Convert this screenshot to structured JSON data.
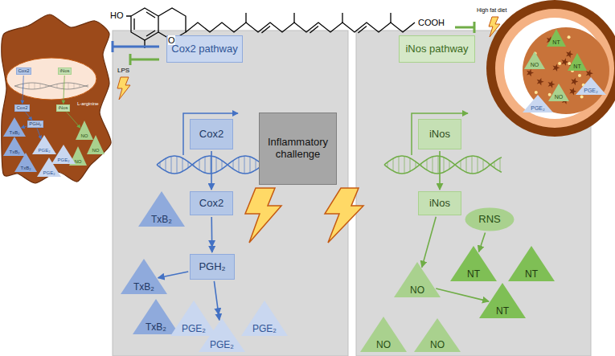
{
  "diagram": {
    "nodes": [
      {
        "text": [
          "Cox2"
        ]
      },
      {
        "text": [
          "iNos"
        ]
      },
      {
        "text": [
          "Cox2"
        ]
      },
      {
        "text": [
          "iNos"
        ]
      },
      {
        "text": [
          "TxB₂"
        ]
      },
      {
        "text": [
          "TxB₂"
        ]
      },
      {
        "text": [
          "TxB₂"
        ]
      },
      {
        "text": [
          "PGH₂"
        ]
      },
      {
        "text": [
          "NO"
        ]
      },
      {
        "text": [
          "NO"
        ]
      },
      {
        "text": [
          "NO"
        ]
      },
      {
        "text": [
          "PGE₂"
        ]
      },
      {
        "text": [
          "PGE₂"
        ]
      },
      {
        "text": [
          "PGE₂"
        ]
      },
      {
        "text": [
          "Cox2 pathway"
        ]
      },
      {
        "text": [
          "iNos pathway"
        ]
      },
      {
        "text": [
          "NT"
        ]
      },
      {
        "text": [
          "NO"
        ]
      },
      {
        "text": [
          "NT"
        ]
      },
      {
        "text": [
          "PGE₂"
        ]
      },
      {
        "text": [
          "NO"
        ]
      },
      {
        "text": [
          "PGE₂"
        ]
      },
      {
        "text": [
          "Cox2"
        ]
      },
      {
        "text": [
          "iNos"
        ]
      },
      {
        "text": [
          "Inflammatory challenge"
        ]
      },
      {
        "text": [
          "Cox2"
        ]
      },
      {
        "text": [
          "iNos"
        ]
      },
      {
        "text": [
          "TxB₂"
        ]
      },
      {
        "text": [
          "RNS"
        ]
      },
      {
        "text": [
          "PGH₂"
        ]
      },
      {
        "text": [
          "TxB₂"
        ]
      },
      {
        "text": [
          "TxB₂"
        ]
      },
      {
        "text": [
          "NT"
        ]
      },
      {
        "text": [
          "NT"
        ]
      },
      {
        "text": [
          "NO"
        ]
      },
      {
        "text": [
          "NT"
        ]
      },
      {
        "text": [
          "PGE₂"
        ]
      },
      {
        "text": [
          "PGE₂"
        ]
      },
      {
        "text": [
          "PGE₂"
        ]
      },
      {
        "text": [
          "NO"
        ]
      },
      {
        "text": [
          "NO"
        ]
      }
    ],
    "edges": [
      {
        "from": 0,
        "to": 2,
        "arrow": "to"
      },
      {
        "from": 2,
        "to": 7,
        "arrow": "to"
      },
      {
        "from": 7,
        "to": 4,
        "arrow": "to"
      },
      {
        "from": 7,
        "to": 11,
        "arrow": "to"
      },
      {
        "from": 1,
        "to": 3,
        "arrow": "to"
      },
      {
        "from": 3,
        "to": 8,
        "arrow": "to"
      },
      {
        "from": 22,
        "to": 25,
        "arrow": "to"
      },
      {
        "from": 25,
        "to": 29,
        "arrow": "to"
      },
      {
        "from": 29,
        "to": 30,
        "arrow": "to"
      },
      {
        "from": 29,
        "to": 38,
        "arrow": "to"
      },
      {
        "from": 23,
        "to": 26,
        "arrow": "to"
      },
      {
        "from": 26,
        "to": 34,
        "arrow": "to"
      },
      {
        "from": 34,
        "to": 35,
        "arrow": "to"
      },
      {
        "from": 28,
        "to": 32,
        "arrow": "to"
      }
    ],
    "labels": [
      "HO",
      "O",
      "COOH",
      "LPS",
      "L-arginine",
      "High fat diet"
    ]
  }
}
